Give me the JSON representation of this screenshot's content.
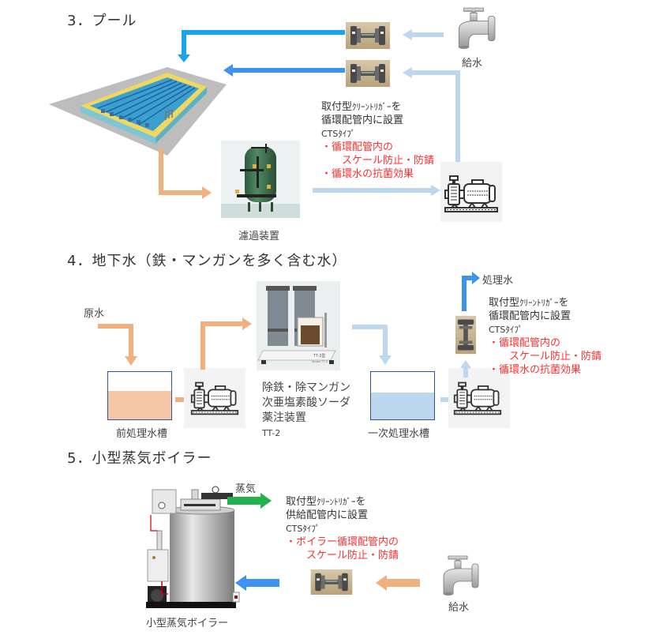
{
  "colors": {
    "blue_arrow": "#1aa3ef",
    "blue_arrow2": "#3d93f0",
    "light_blue_arrow": "#bcd7ee",
    "orange_arrow": "#f2b07f",
    "green_arrow": "#22b14c",
    "red_text": "#ff3030",
    "tank_orange_fill": "#f6c7a6",
    "tank_blue_fill": "#bcd7ee",
    "tank_border": "#2f5597"
  },
  "sections": {
    "pool": {
      "heading": "3．プール",
      "faucet_label": "給水",
      "filter_label": "濾過装置",
      "note": {
        "line1_a": "取付型",
        "line1_b": "ｸﾘｰﾝﾄﾘｶﾞｰ",
        "line1_c": "を",
        "line2": "循環配管内に設置",
        "line3_a": "CTS",
        "line3_b": "ﾀｲﾌﾟ",
        "bullet1_a": "・循環配管内の",
        "bullet1_b": "スケール防止・防錆",
        "bullet2": "・循環水の抗菌効果"
      }
    },
    "groundwater": {
      "heading": "4．地下水（鉄・マンガンを多く含む水）",
      "raw_water_label": "原水",
      "pre_tank_label": "前処理水槽",
      "device_label_1": "除鉄・除マンガン",
      "device_label_2": "次亜塩素酸ソーダ",
      "device_label_3": "薬注装置",
      "device_model": "TT-2",
      "device_photo_caption_1": "TT-2型",
      "device_photo_caption_2": "Model TT-2",
      "primary_tank_label": "一次処理水槽",
      "treated_water_label": "処理水",
      "note": {
        "line1_a": "取付型",
        "line1_b": "ｸﾘｰﾝﾄﾘｶﾞｰ",
        "line1_c": "を",
        "line2": "循環配管内に設置",
        "line3_a": "CTS",
        "line3_b": "ﾀｲﾌﾟ",
        "bullet1_a": "・循環配管内の",
        "bullet1_b": "スケール防止・防錆",
        "bullet2": "・循環水の抗菌効果"
      }
    },
    "boiler": {
      "heading": "5．小型蒸気ボイラー",
      "steam_label": "蒸気",
      "boiler_label": "小型蒸気ボイラー",
      "faucet_label": "給水",
      "note": {
        "line1_a": "取付型",
        "line1_b": "ｸﾘｰﾝﾄﾘｶﾞｰ",
        "line1_c": "を",
        "line2": "供給配管内に設置",
        "line3_a": "CTS",
        "line3_b": "ﾀｲﾌﾟ",
        "bullet1_a": "・ボイラー循環配管内の",
        "bullet1_b": "スケール防止・防錆"
      }
    }
  }
}
